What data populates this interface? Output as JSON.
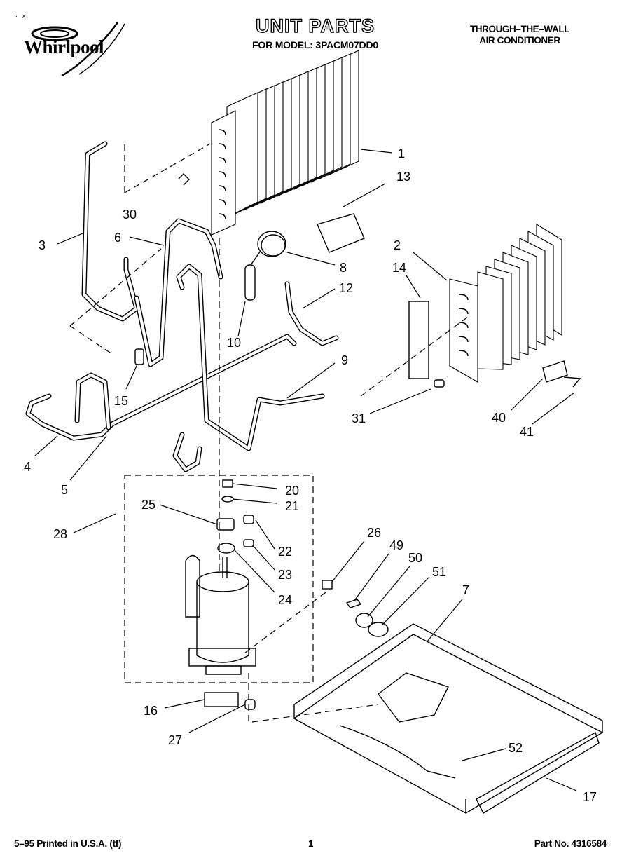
{
  "header": {
    "corner_mark": "· ×",
    "brand": "Whirlpool",
    "title": "UNIT PARTS",
    "subtitle": "FOR MODEL: 3PACM07DD0",
    "right_title_line1": "THROUGH–THE–WALL",
    "right_title_line2": "AIR CONDITIONER"
  },
  "footer": {
    "print_info": "5–95 Printed in U.S.A. (tf)",
    "page_number": "1",
    "part_number": "Part No. 4316584"
  },
  "callouts": [
    "1",
    "2",
    "3",
    "4",
    "5",
    "6",
    "7",
    "8",
    "9",
    "10",
    "12",
    "13",
    "14",
    "15",
    "16",
    "17",
    "20",
    "21",
    "22",
    "23",
    "24",
    "25",
    "26",
    "27",
    "28",
    "30",
    "31",
    "40",
    "41",
    "49",
    "50",
    "51",
    "52"
  ]
}
